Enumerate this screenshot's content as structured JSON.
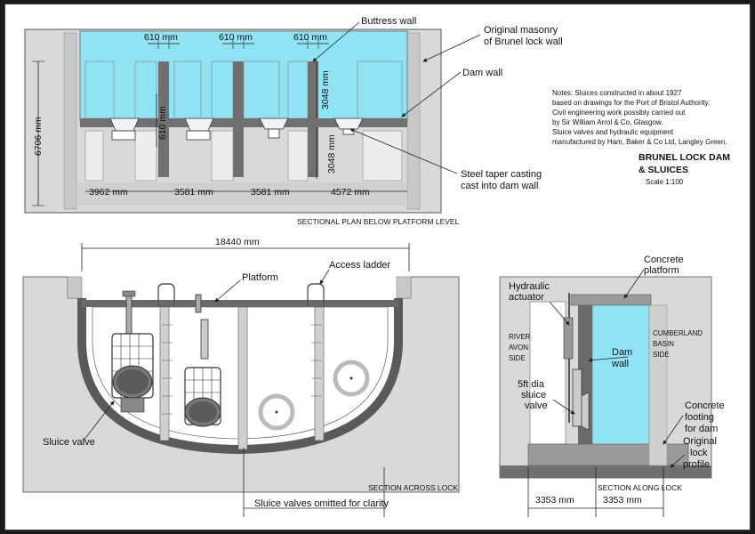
{
  "colors": {
    "water": "#8FE3F3",
    "stone": "#d9d9d9",
    "wall": "#707070",
    "dark": "#555555",
    "line": "#222222"
  },
  "plan": {
    "dims_top": [
      "610 mm",
      "610 mm",
      "610 mm"
    ],
    "dims_bottom": [
      "3962 mm",
      "3581 mm",
      "3581 mm",
      "4572 mm"
    ],
    "dim_height": "6706 mm",
    "dim_inner_1": "610 mm",
    "dim_inner_2": "3048 mm",
    "dim_inner_3": "3048 mm",
    "label_buttress": "Buttress wall",
    "label_masonry_1": "Original masonry",
    "label_masonry_2": "of Brunel lock wall",
    "label_dam": "Dam wall",
    "label_steel_1": "Steel taper casting",
    "label_steel_2": "cast into dam wall",
    "caption": "SECTIONAL PLAN BELOW PLATFORM LEVEL"
  },
  "notes": {
    "lines": [
      "Notes:  Sluices constructed in about 1927",
      " based on drawings for the Port of Bristol Authority.",
      "Civil engineering work possibly carried out",
      " by Sir William Arrol & Co, Glasgow.",
      "Sluice valves and hydraulic equipment",
      " manufactured by Ham, Baker & Co Ltd, Langley Green."
    ],
    "title_1": "BRUNEL LOCK DAM",
    "title_2": "& SLUICES",
    "scale": "Scale 1:100"
  },
  "across": {
    "dim_width": "18440 mm",
    "label_platform": "Platform",
    "label_ladder": "Access ladder",
    "label_sluice": "Sluice valve",
    "caption": "SECTION ACROSS LOCK",
    "omitted": "Sluice valves omitted for clarity"
  },
  "along": {
    "label_concrete_1": "Concrete",
    "label_concrete_2": "platform",
    "label_hydraulic_1": "Hydraulic",
    "label_hydraulic_2": "actuator",
    "label_river_1": "RIVER",
    "label_river_2": "AVON",
    "label_river_3": "SIDE",
    "label_cumberland_1": "CUMBERLAND",
    "label_cumberland_2": "BASIN",
    "label_cumberland_3": "SIDE",
    "label_damwall_1": "Dam",
    "label_damwall_2": "wall",
    "label_valve_1": "5ft dia",
    "label_valve_2": "sluice",
    "label_valve_3": "valve",
    "label_footing_1": "Concrete",
    "label_footing_2": "footing",
    "label_footing_3": "for dam",
    "label_original_1": "Original",
    "label_original_2": "lock",
    "label_original_3": "profile",
    "dims_bottom": [
      "3353 mm",
      "3353 mm"
    ],
    "caption": "SECTION ALONG LOCK"
  }
}
